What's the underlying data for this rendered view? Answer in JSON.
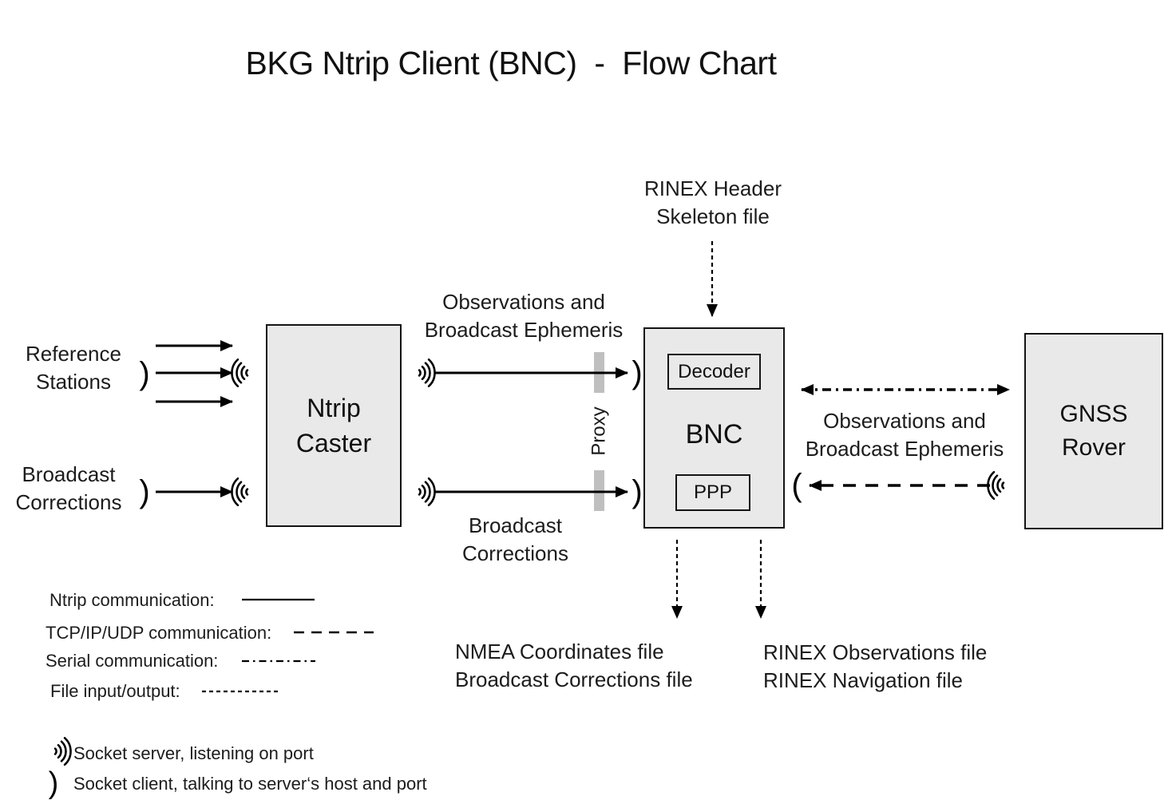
{
  "title": "BKG Ntrip Client (BNC)  -  Flow Chart",
  "boxes": {
    "ntrip_caster": {
      "line1": "Ntrip",
      "line2": "Caster"
    },
    "bnc": {
      "label": "BNC",
      "decoder": "Decoder",
      "ppp": "PPP"
    },
    "gnss_rover": {
      "line1": "GNSS",
      "line2": "Rover"
    }
  },
  "labels": {
    "reference_stations": {
      "line1": "Reference",
      "line2": "Stations"
    },
    "broadcast_corrections_input": {
      "line1": "Broadcast",
      "line2": "Corrections"
    },
    "obs_ephemeris_caster": {
      "line1": "Observations and",
      "line2": "Broadcast Ephemeris"
    },
    "broadcast_corrections_stream": {
      "line1": "Broadcast",
      "line2": "Corrections"
    },
    "rinex_header": {
      "line1": "RINEX Header",
      "line2": "Skeleton file"
    },
    "obs_ephemeris_rover": {
      "line1": "Observations and",
      "line2": "Broadcast Ephemeris"
    },
    "proxy": "Proxy",
    "nmea_output": {
      "line1": "NMEA Coordinates file",
      "line2": "Broadcast Corrections file"
    },
    "rinex_output": {
      "line1": "RINEX Observations file",
      "line2": "RINEX Navigation file"
    }
  },
  "legend": {
    "ntrip": "Ntrip communication:",
    "tcp": "TCP/IP/UDP communication:",
    "serial": "Serial communication:",
    "file": "File input/output:",
    "socket_server": "Socket server, listening on port",
    "socket_client": "Socket client, talking to server‘s host and port"
  },
  "icons": {
    "socket_client_right_glyph": ")",
    "socket_client_left_glyph": "("
  },
  "colors": {
    "box_fill": "#e9e9e9",
    "box_border": "#141414",
    "proxy_bar": "#bfbfbf",
    "line": "#000000",
    "text": "#1c1c1c"
  }
}
